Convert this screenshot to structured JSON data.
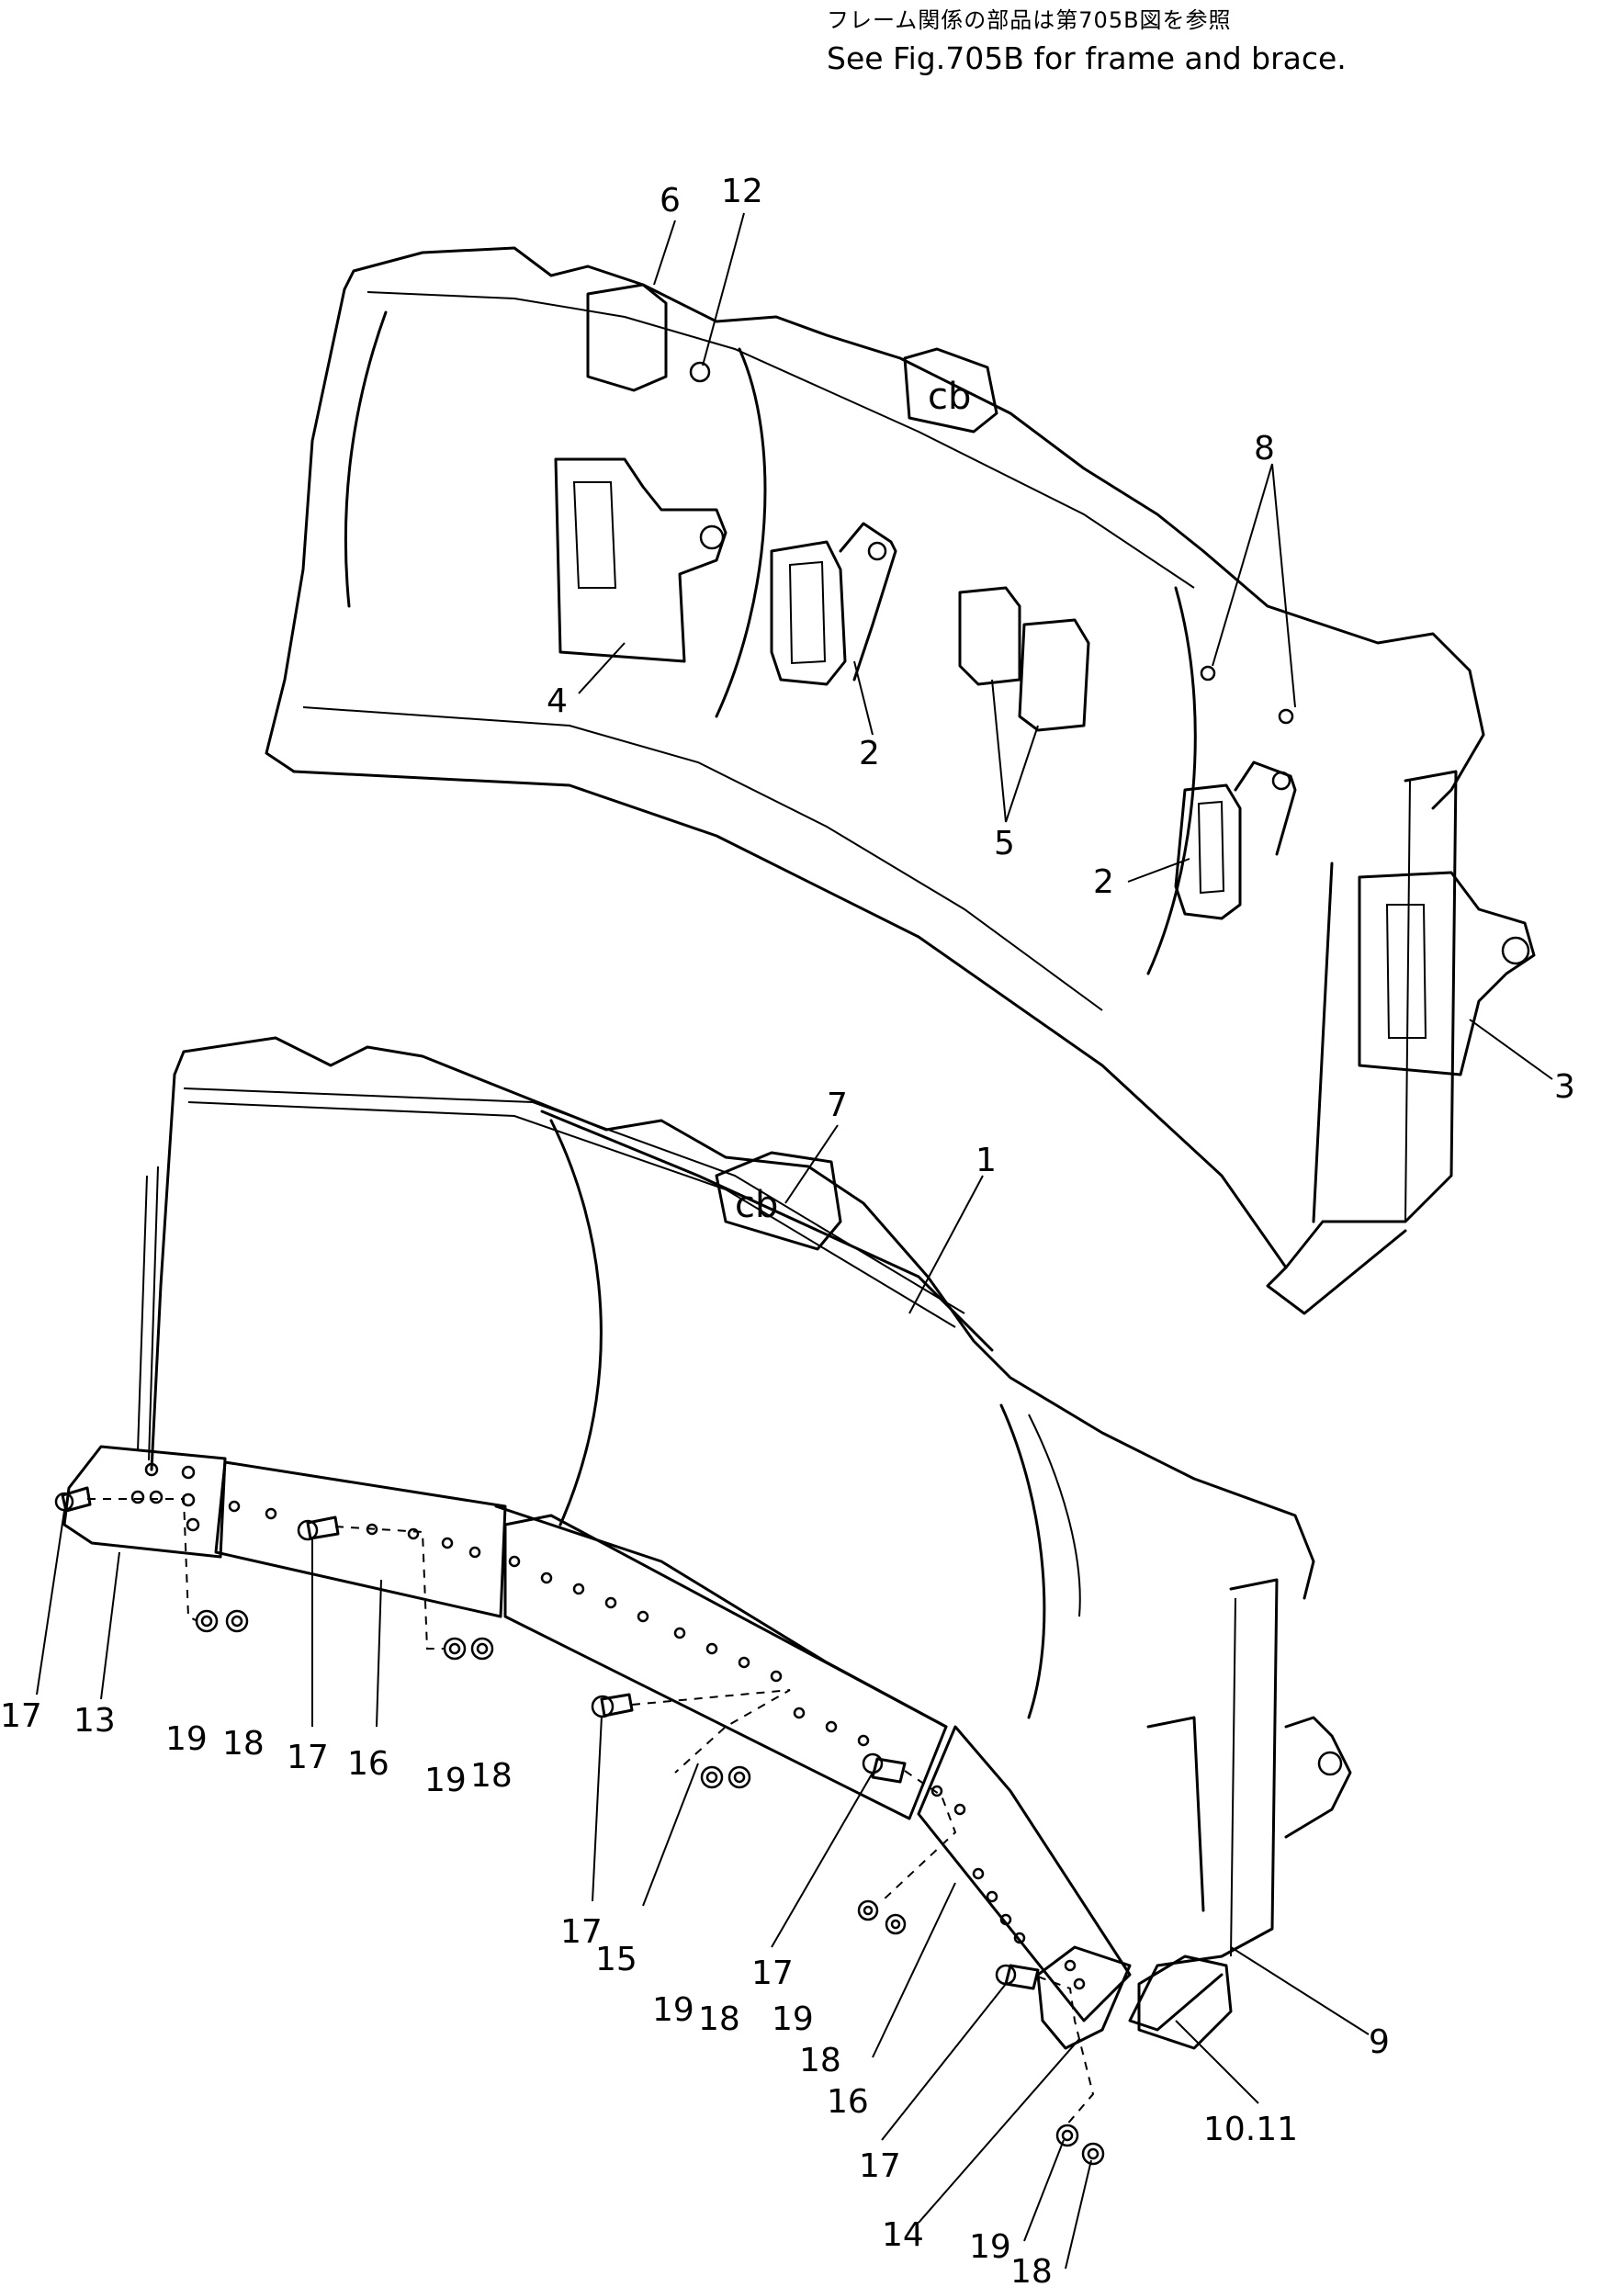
{
  "notes": {
    "japanese": "フレーム関係の部品は第705B図を参照",
    "english": "See Fig.705B for frame and brace."
  },
  "callouts": {
    "c1": "1",
    "c2a": "2",
    "c2b": "2",
    "c3": "3",
    "c4": "4",
    "c5": "5",
    "c6": "6",
    "c7": "7",
    "c8": "8",
    "c9": "9",
    "c10": "10.11",
    "c12": "12",
    "c13": "13",
    "c14": "14",
    "c15": "15",
    "c16a": "16",
    "c16b": "16",
    "c17a": "17",
    "c17b": "17",
    "c17c": "17",
    "c17d": "17",
    "c17e": "17",
    "c18a": "18",
    "c18b": "18",
    "c18c": "18",
    "c18d": "18",
    "c18e": "18",
    "c19a": "19",
    "c19b": "19",
    "c19c": "19",
    "c19d": "19",
    "c19e": "19"
  }
}
